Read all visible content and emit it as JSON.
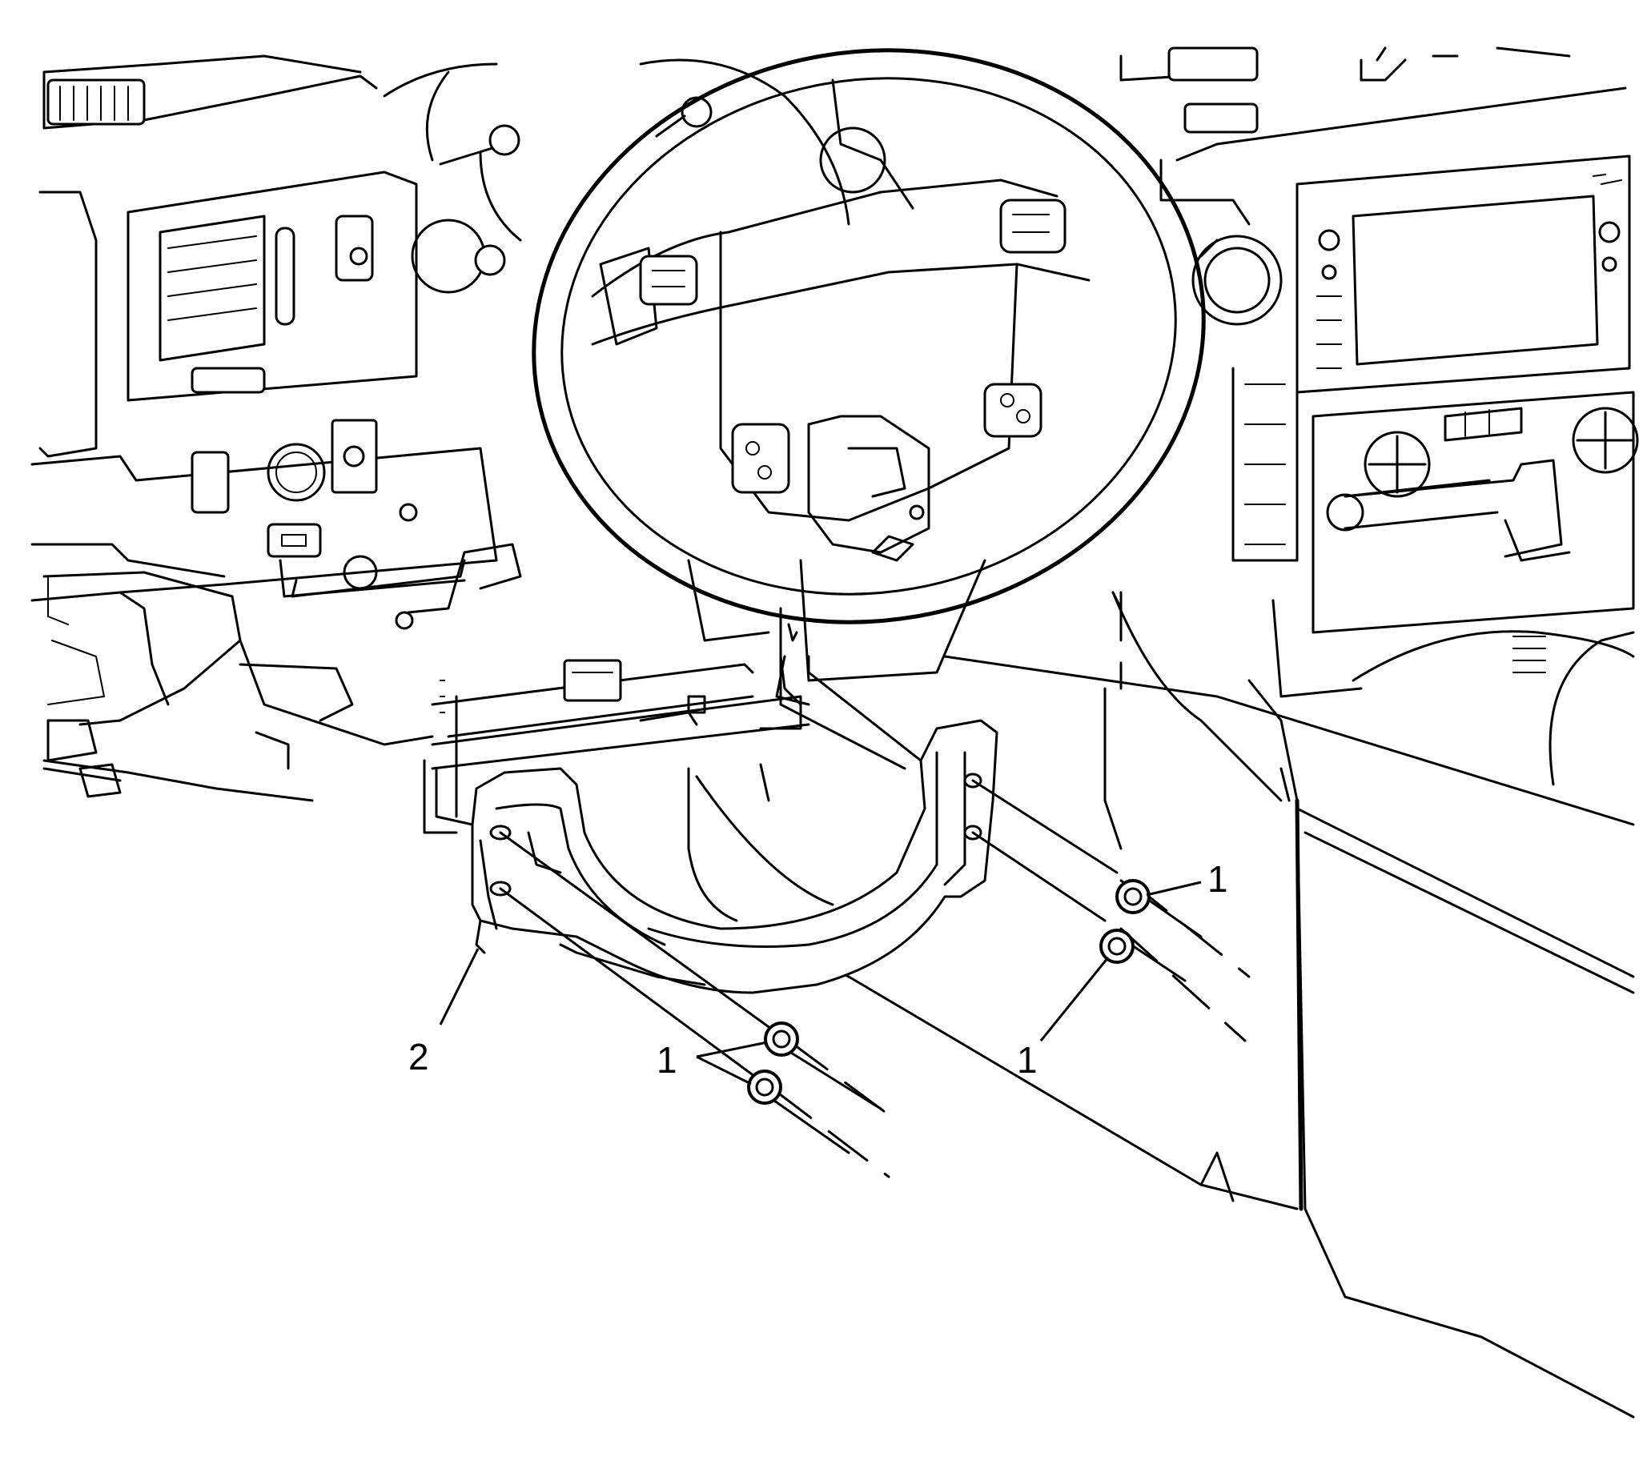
{
  "callouts": {
    "nut_upper_right": "1",
    "nut_lower_right": "1",
    "nut_lower_left": "1",
    "bracket": "2"
  },
  "parts": [
    {
      "id": "1",
      "icon": "nut-icon"
    },
    {
      "id": "2",
      "icon": "steering-column-bracket-icon"
    }
  ]
}
